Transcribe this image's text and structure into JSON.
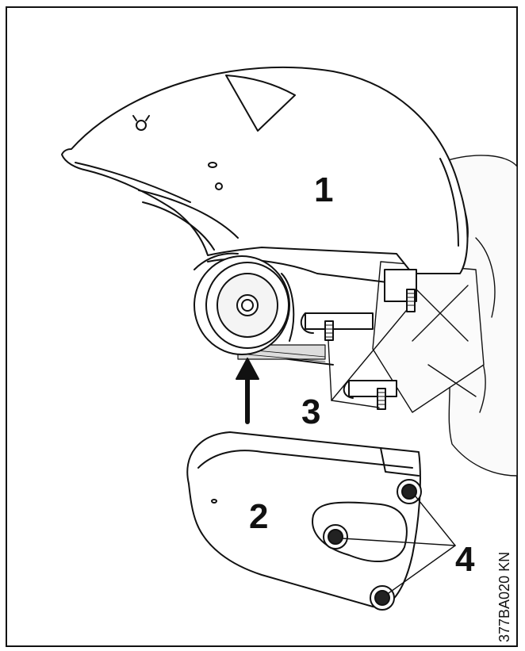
{
  "figure": {
    "callouts": {
      "guard": "1",
      "cover": "2",
      "studs": "3",
      "nuts": "4"
    },
    "figure_code": "377BA020 KN"
  },
  "colors": {
    "line": "#111111",
    "paper": "#ffffff",
    "shade": "#e8e8e8"
  }
}
